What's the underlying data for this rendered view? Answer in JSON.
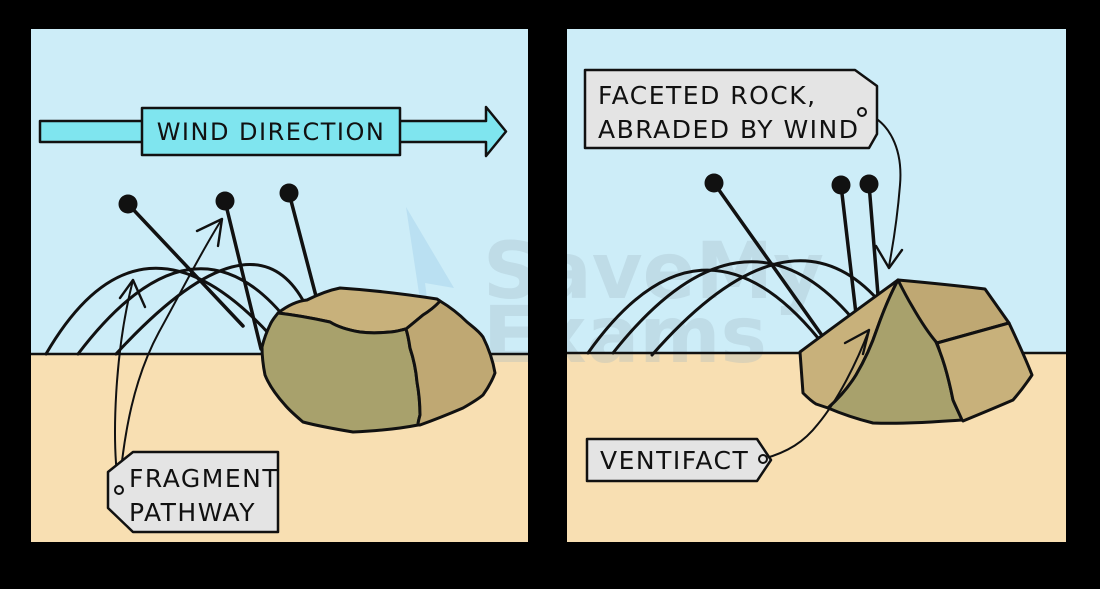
{
  "figure": {
    "colors": {
      "background": "#000000",
      "sky": "#cdedf8",
      "sand": "#f8dfb2",
      "wind_arrow": "#7fe5ef",
      "tag_fill": "#e4e4e4",
      "rock_light": "#c8b17b",
      "rock_olive": "#a8a16c",
      "rock_mid": "#bfa873",
      "watermark": "#9fb6c0",
      "watermark_bolt": "#a8d4ec"
    },
    "left_panel": {
      "wind_label": "WIND DIRECTION",
      "fragment_tag_line1": "FRAGMENT",
      "fragment_tag_line2": "PATHWAY"
    },
    "right_panel": {
      "faceted_tag_line1": "FACETED ROCK,",
      "faceted_tag_line2": "ABRADED BY WIND",
      "ventifact_tag": "VENTIFACT"
    },
    "watermark": {
      "line1": "SaveMy",
      "line2": "Exams"
    }
  }
}
